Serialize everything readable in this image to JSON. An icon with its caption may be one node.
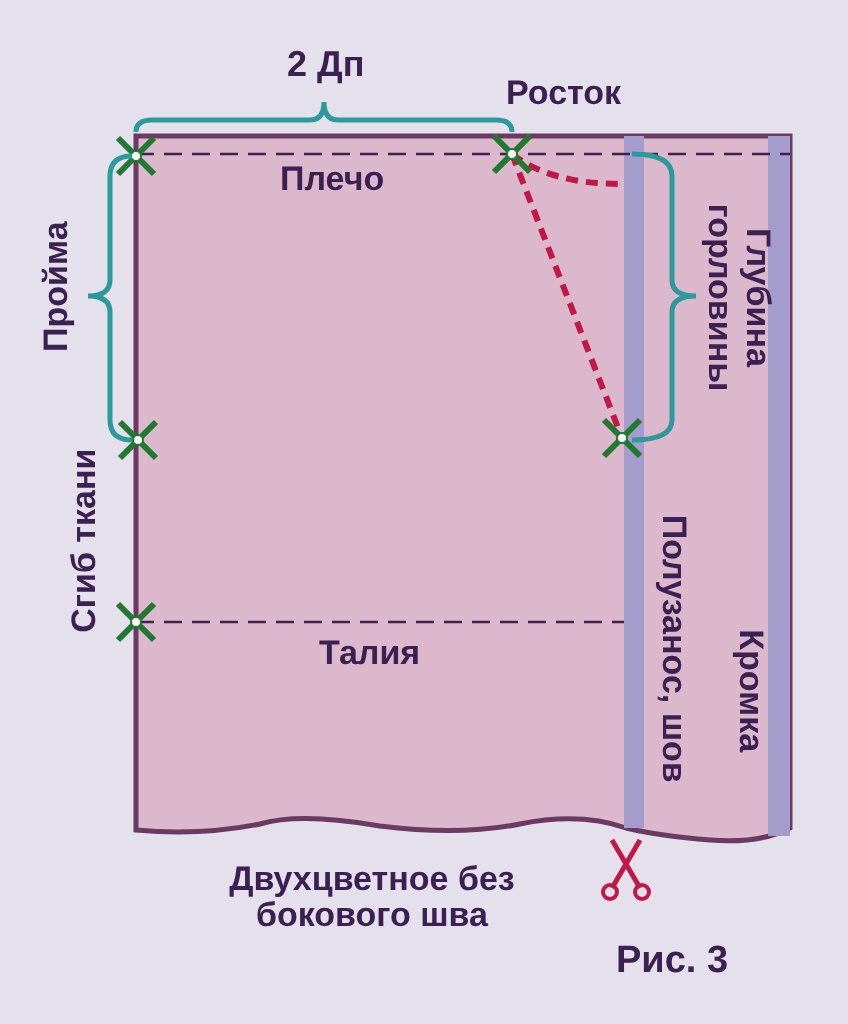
{
  "diagram": {
    "caption": "Рис. 3",
    "labels": [
      "2 Дп",
      "Росток",
      "Плечо",
      "Пройма",
      "Глубина горловины",
      "Сгиб ткани",
      "Талия",
      "Полузанос, шов",
      "Кромка",
      "Двухцветное без бокового шва"
    ]
  }
}
